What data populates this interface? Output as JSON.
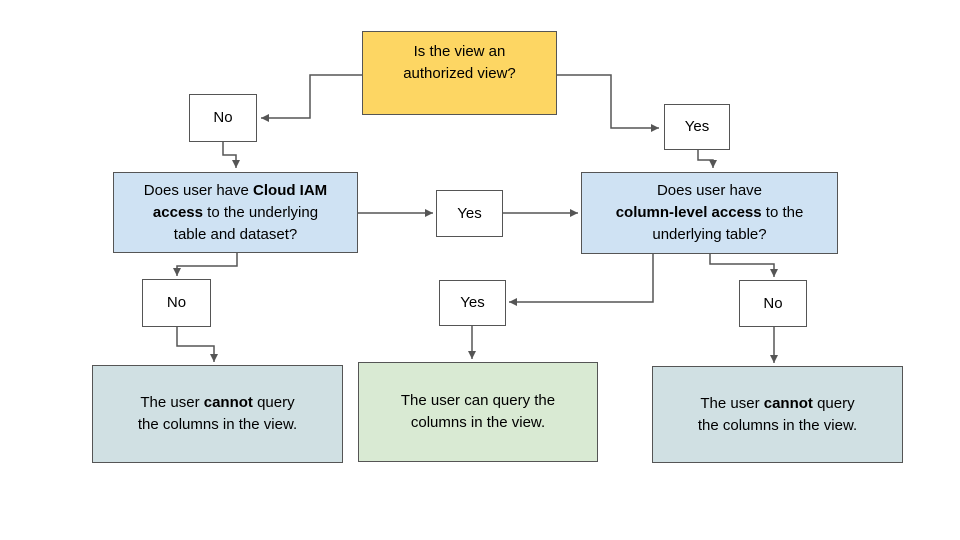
{
  "diagram": {
    "nodes": {
      "root": {
        "line1": "Is the view an",
        "line2": "authorized view?"
      },
      "no_top": {
        "label": "No"
      },
      "yes_top": {
        "label": "Yes"
      },
      "left_question": {
        "line1_pre": "Does user have ",
        "line1_bold": "Cloud IAM",
        "line2_bold": "access",
        "line2_rest": " to the underlying",
        "line3": "table and dataset?"
      },
      "yes_mid": {
        "label": "Yes"
      },
      "right_question": {
        "line1": "Does user have",
        "line2_bold": "column-level access",
        "line2_rest": " to the",
        "line3": "underlying table?"
      },
      "no_left": {
        "label": "No"
      },
      "yes_bottom": {
        "label": "Yes"
      },
      "no_right": {
        "label": "No"
      },
      "outcome_left": {
        "line1_pre": "The user ",
        "line1_bold": "cannot",
        "line1_post": " query",
        "line2": "the columns in the view."
      },
      "outcome_middle": {
        "line1": "The user can query the",
        "line2": "columns in the view."
      },
      "outcome_right": {
        "line1_pre": "The user ",
        "line1_bold": "cannot",
        "line1_post": " query",
        "line2": "the columns in the view."
      }
    },
    "colors": {
      "decision_yellow": "#FDD663",
      "question_blue": "#CFE2F3",
      "outcome_neutral": "#D0E0E3",
      "outcome_positive": "#D9EAD3",
      "label_white": "#FFFFFF",
      "border": "#555555",
      "connector": "#555555",
      "text": "#000000"
    }
  }
}
